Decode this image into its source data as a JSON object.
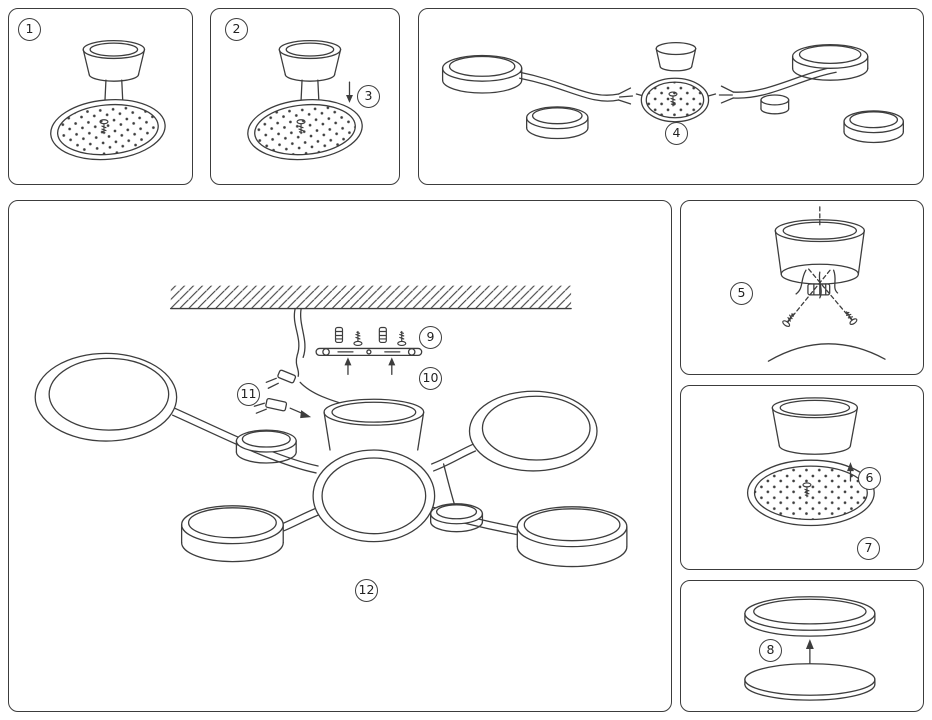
{
  "colors": {
    "line": "#3d3d3d",
    "panel_border": "#3c3c3c",
    "background": "#ffffff"
  },
  "steps": [
    {
      "label": "1"
    },
    {
      "label": "2"
    },
    {
      "label": "3"
    },
    {
      "label": "4"
    },
    {
      "label": "5"
    },
    {
      "label": "6"
    },
    {
      "label": "7"
    },
    {
      "label": "8"
    },
    {
      "label": "9"
    },
    {
      "label": "10"
    },
    {
      "label": "11"
    },
    {
      "label": "12"
    }
  ],
  "panels": [
    {
      "name": "panel-step-1",
      "steps": [
        "1"
      ]
    },
    {
      "name": "panel-steps-2-3",
      "steps": [
        "2",
        "3"
      ]
    },
    {
      "name": "panel-step-4",
      "steps": [
        "4"
      ]
    },
    {
      "name": "panel-steps-9-12",
      "steps": [
        "9",
        "10",
        "11",
        "12"
      ]
    },
    {
      "name": "panel-step-5",
      "steps": [
        "5"
      ]
    },
    {
      "name": "panel-steps-6-7",
      "steps": [
        "6",
        "7"
      ]
    },
    {
      "name": "panel-step-8",
      "steps": [
        "8"
      ]
    }
  ]
}
